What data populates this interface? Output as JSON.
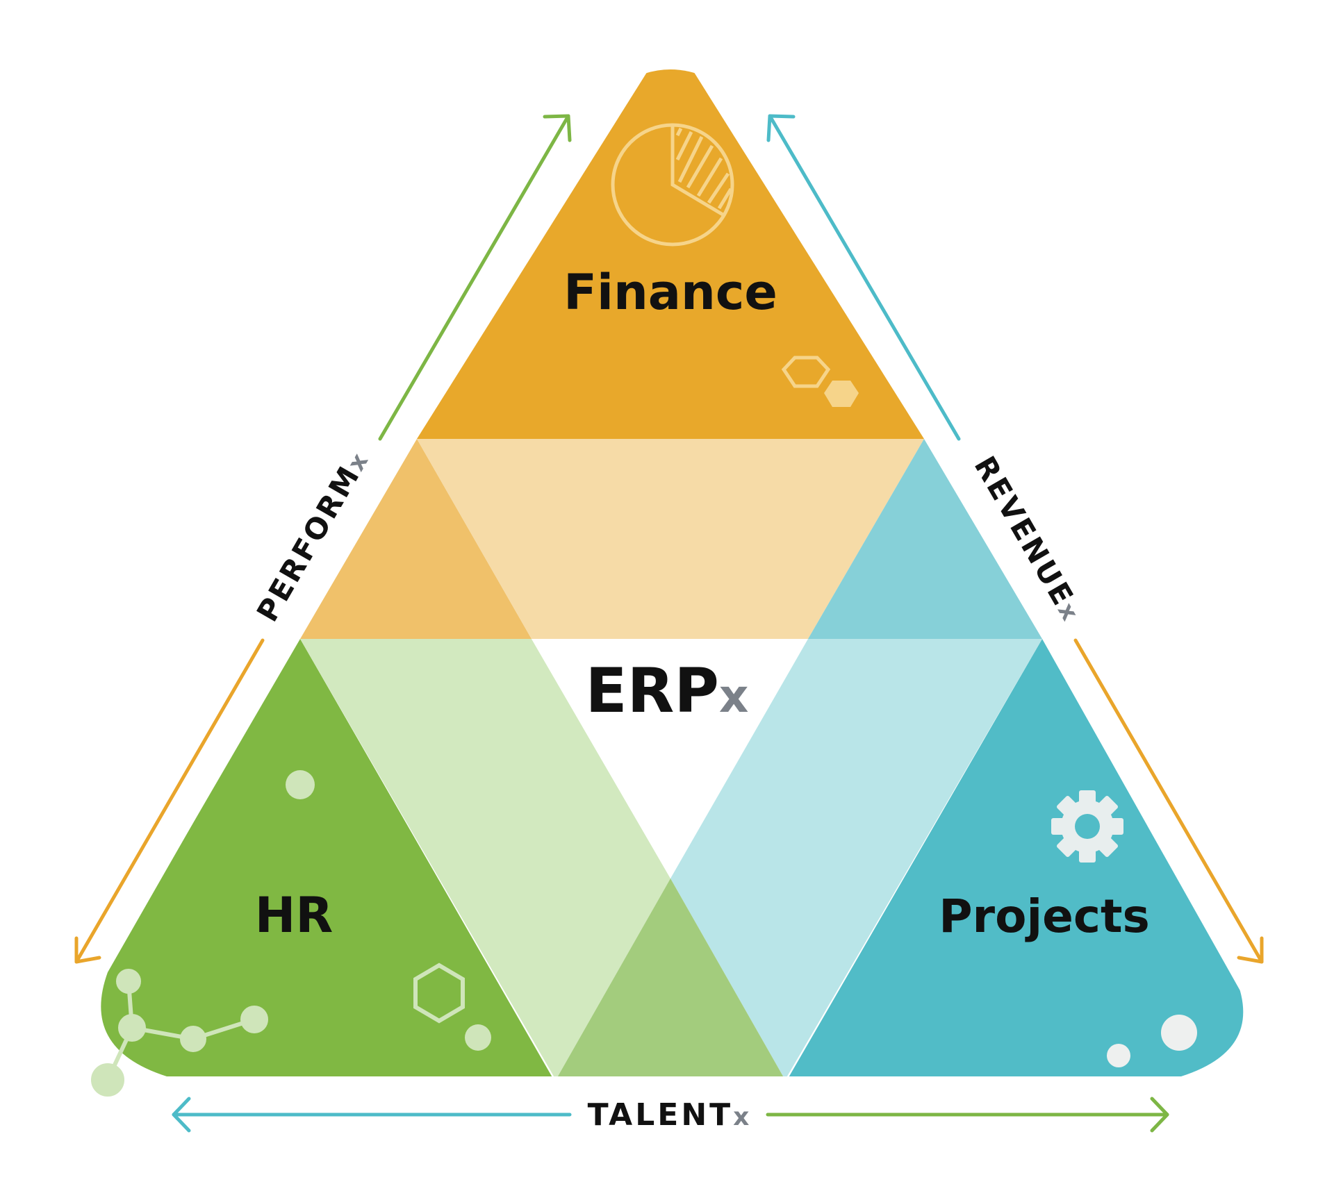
{
  "center": {
    "main": "ERP",
    "suffix": "x"
  },
  "corners": {
    "top": {
      "label": "Finance",
      "color": "#e8a82b",
      "icon": "pie-chart-icon"
    },
    "left": {
      "label": "HR",
      "color": "#80b843",
      "icon": "network-nodes-icon"
    },
    "right": {
      "label": "Projects",
      "color": "#51bcc7",
      "icon": "gear-icon"
    }
  },
  "overlaps": {
    "finance_light": "#f6dba7",
    "finance_mid": "#f0c16a",
    "hr_light": "#d2e9bf",
    "hr_mid": "#a3cc7d",
    "projects_light": "#b9e5e8",
    "projects_mid": "#86d0d8",
    "center": "#ffffff"
  },
  "edges": {
    "left": {
      "main": "PERFORM",
      "suffix": "x"
    },
    "right": {
      "main": "REVENUE",
      "suffix": "x"
    },
    "bottom": {
      "main": "TALENT",
      "suffix": "x"
    }
  },
  "arrow_colors": {
    "orange": "#e9a52b",
    "green": "#7db645",
    "teal": "#4dbbc8"
  }
}
